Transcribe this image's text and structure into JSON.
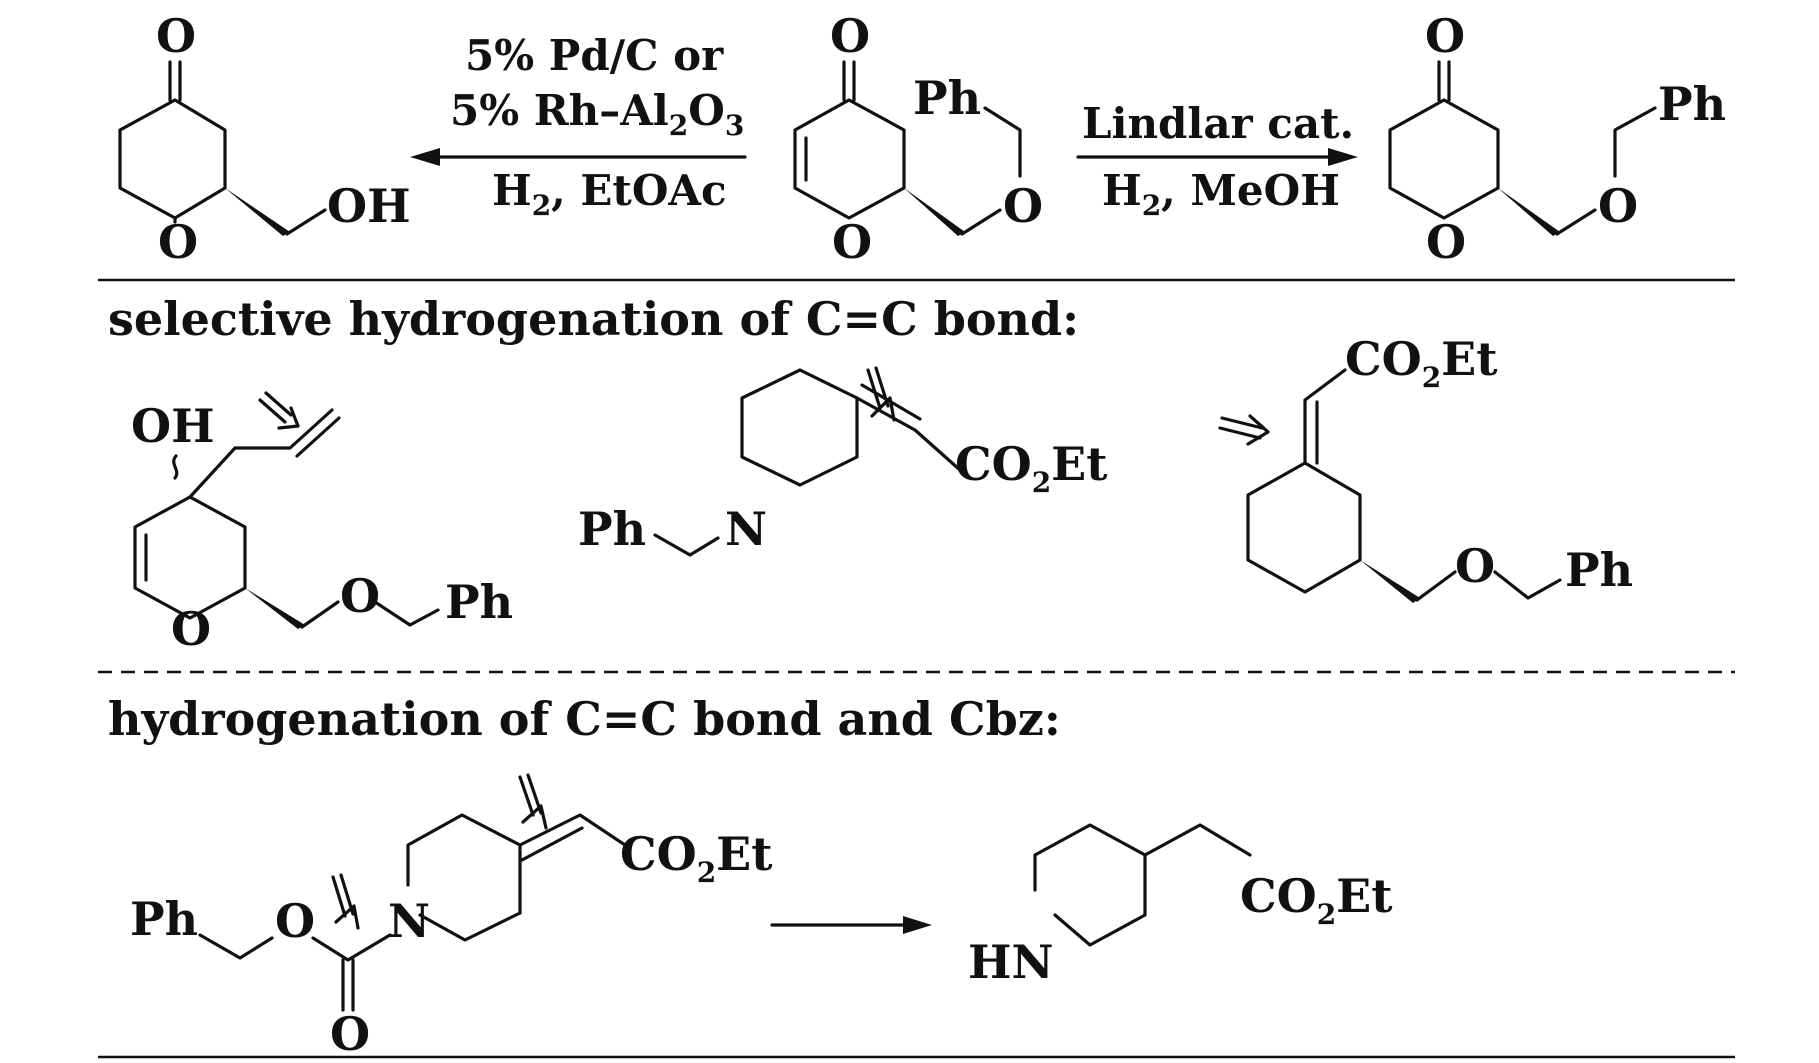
{
  "reaction1": {
    "condition_line1": "5% Pd/C or",
    "condition_line2_a": "5% Rh–Al",
    "condition_line2_sub1": "2",
    "condition_line2_b": "O",
    "condition_line2_sub2": "3",
    "condition_line3_a": "H",
    "condition_line3_sub": "2",
    "condition_line3_b": ", EtOAc",
    "product_hydroxyl": "OH"
  },
  "reaction2": {
    "condition_line1": "Lindlar cat.",
    "condition_line2_a": "H",
    "condition_line2_sub": "2",
    "condition_line2_b": ", MeOH"
  },
  "section_selective": {
    "heading": "selective hydrogenation of C=C bond:"
  },
  "section_cbz": {
    "heading": "hydrogenation of C=C bond and Cbz:"
  },
  "atoms": {
    "O": "O",
    "OH": "OH",
    "Ph": "Ph",
    "N": "N",
    "HN": "HN",
    "CO": "CO",
    "two": "2",
    "Et": "Et"
  },
  "ink_color": "#111111"
}
